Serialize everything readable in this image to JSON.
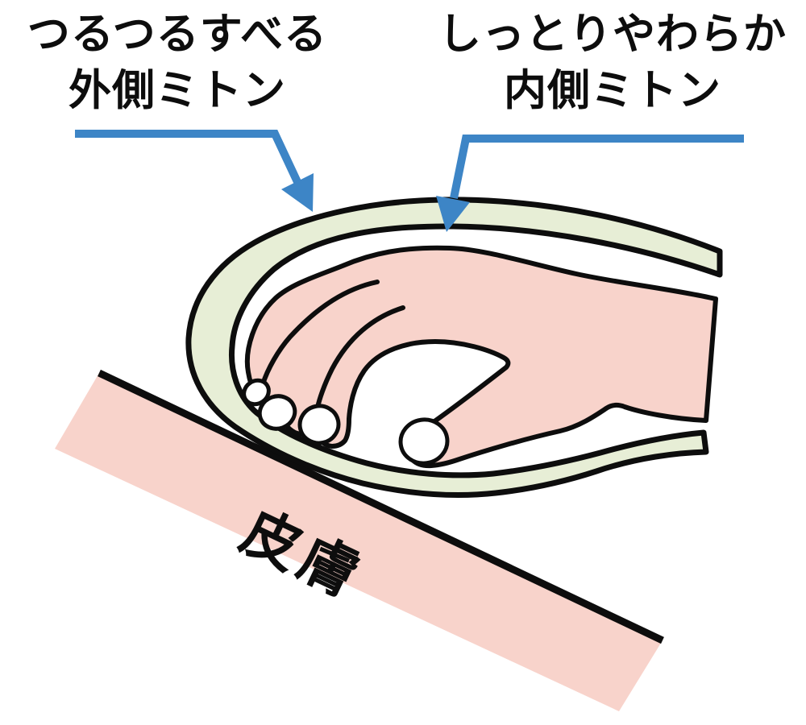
{
  "diagram": {
    "callouts": [
      {
        "id": "outer-mitten",
        "line1": "つるつるすべる",
        "line2": "外側ミトン"
      },
      {
        "id": "inner-mitten",
        "line1": "しっとりやわらか",
        "line2": "内側ミトン"
      }
    ],
    "skin_label": "皮膚",
    "colors": {
      "mitten_green": "#e7eed6",
      "skin_pink": "#f8d3cb",
      "callout_blue": "#3d85c6",
      "line_black": "#0d0d0d"
    }
  }
}
